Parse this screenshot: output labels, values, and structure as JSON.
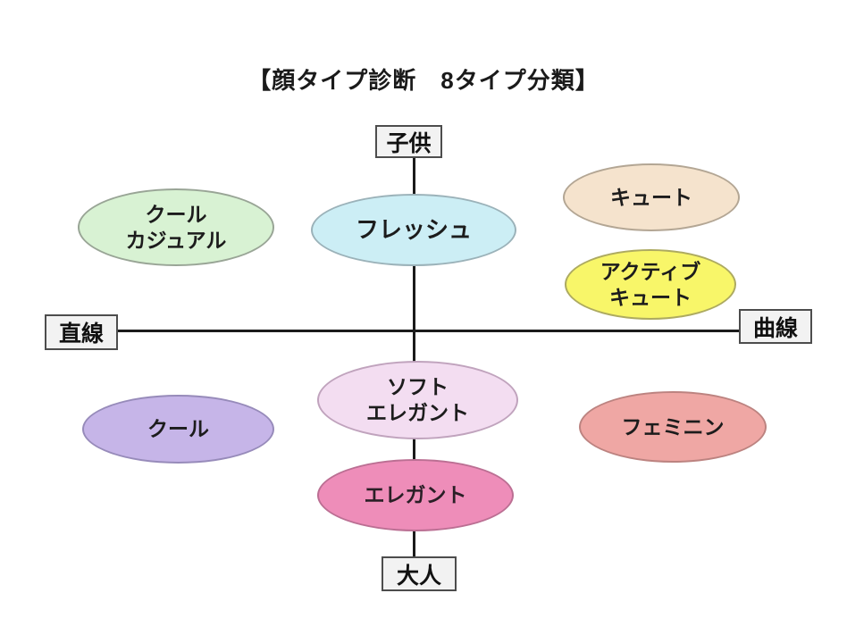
{
  "diagram": {
    "title": "【顔タイプ診断　8タイプ分類】",
    "axes": {
      "top_label": "子供",
      "bottom_label": "大人",
      "left_label": "直線",
      "right_label": "曲線",
      "line_color": "#1b1b1b"
    },
    "nodes": [
      {
        "id": "cool-casual",
        "label": "クール\nカジュアル",
        "fill": "#d8f2d3",
        "border": "#99a596",
        "text_color": "#1c1c1c"
      },
      {
        "id": "fresh",
        "label": "フレッシュ",
        "fill": "#cceef5",
        "border": "#9bb2b9",
        "text_color": "#1c1c1c"
      },
      {
        "id": "cute",
        "label": "キュート",
        "fill": "#f5e3cd",
        "border": "#b3a694",
        "text_color": "#1c1c1c"
      },
      {
        "id": "active-cute",
        "label": "アクティブ\nキュート",
        "fill": "#f8f669",
        "border": "#adaa60",
        "text_color": "#1c1c1c"
      },
      {
        "id": "soft-elegant",
        "label": "ソフト\nエレガント",
        "fill": "#f3ddf1",
        "border": "#c0a3bd",
        "text_color": "#1c1c1c"
      },
      {
        "id": "cool",
        "label": "クール",
        "fill": "#c6b5e8",
        "border": "#978bba",
        "text_color": "#1c1c1c"
      },
      {
        "id": "feminine",
        "label": "フェミニン",
        "fill": "#efa7a4",
        "border": "#bc8380",
        "text_color": "#1c1c1c"
      },
      {
        "id": "elegant",
        "label": "エレガント",
        "fill": "#ee8db9",
        "border": "#bb6f93",
        "text_color": "#2a1f26"
      }
    ]
  }
}
